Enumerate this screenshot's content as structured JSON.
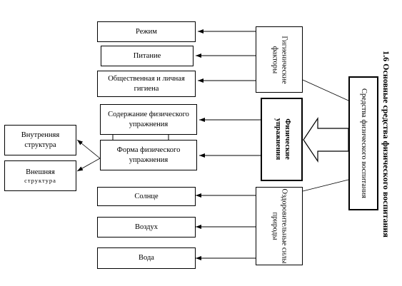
{
  "title": "1.6 Основные средства физического воспитания",
  "center": {
    "label": "Средства физического воспитания"
  },
  "groups": {
    "hygiene": {
      "label": "Гигиенические факторы"
    },
    "exercise": {
      "label": "Физические упражнения"
    },
    "nature": {
      "label": "Оздоровительные силы природы"
    }
  },
  "hygiene_items": [
    "Режим",
    "Питание",
    "Общественная и личная гигиена"
  ],
  "exercise_items": [
    "Содержание физического упражнения",
    "Форма физического упражнения"
  ],
  "nature_items": [
    "Солнце",
    "Воздух",
    "Вода"
  ],
  "structure": {
    "inner_main": "Внутренняя",
    "inner_sub": "структура",
    "outer_main": "Внешняя",
    "outer_sub": "структура"
  }
}
